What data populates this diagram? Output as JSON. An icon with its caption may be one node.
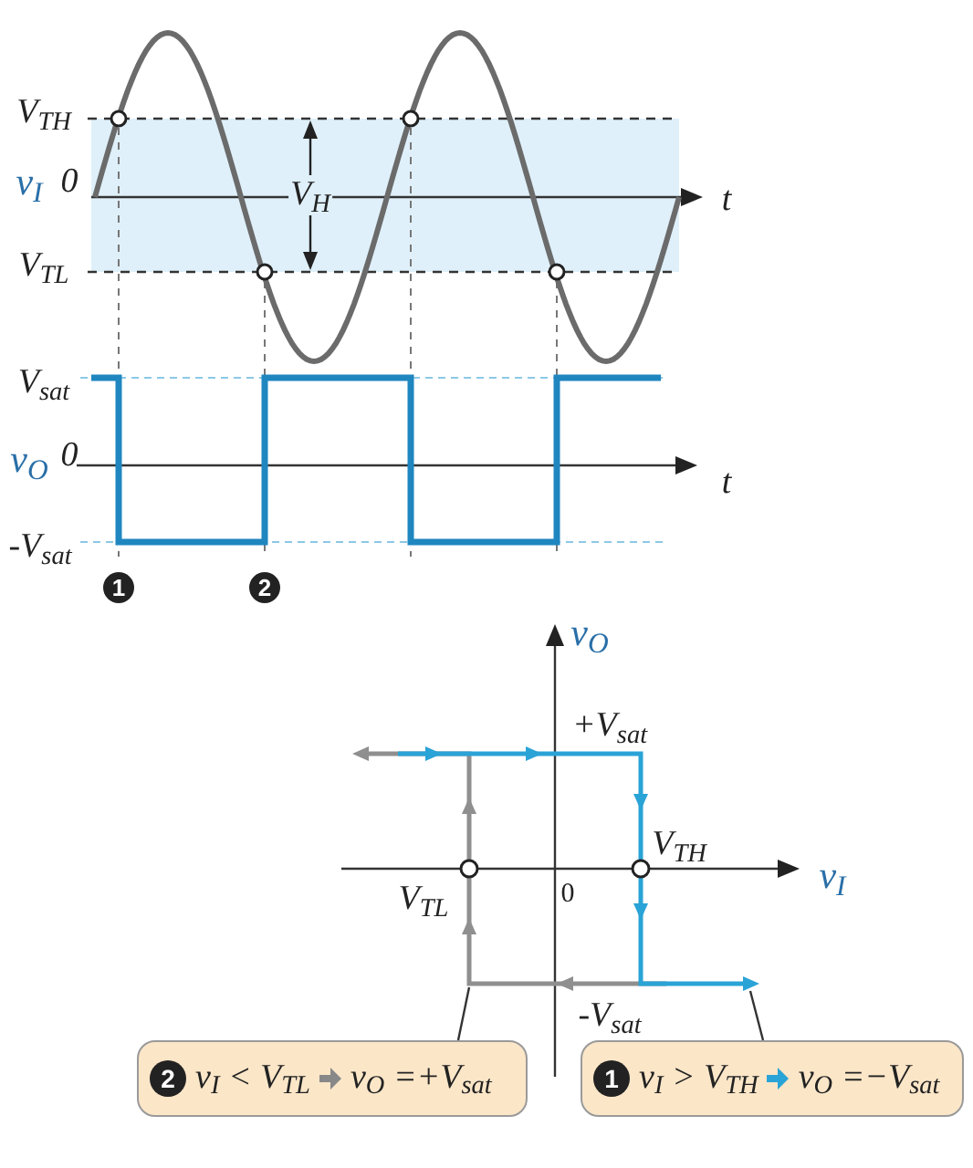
{
  "diagram": {
    "nodes": [
      {
        "text": [
          "2",
          "v$_{I}$ < V$_{TL}$",
          "v$_{O}$ =+V$_{sat}$"
        ]
      },
      {
        "text": [
          "1",
          "v$_{I}$ > V$_{TH}$",
          "v$_{O}$ =−V$_{sat}$"
        ]
      },
      {
        "text": [],
        "shape": "line"
      },
      {
        "text": [],
        "shape": "line"
      }
    ],
    "edges": [
      {
        "from": 0,
        "to": 2,
        "arrow": "none"
      },
      {
        "from": 1,
        "to": 3,
        "arrow": "none"
      }
    ],
    "labels": [
      "V$_{TH}$",
      "v$_{I}$",
      "0",
      "V$_{H}$",
      "V$_{TL}$",
      "t",
      "V$_{sat}$",
      "v$_{O}$",
      "0",
      "t",
      "-V$_{sat}$",
      "1",
      "2",
      "v$_{O}$",
      "+V$_{sat}$",
      "V$_{TH}$",
      "v$_{I}$",
      "V$_{TL}$",
      "0",
      "-V$_{sat}$"
    ]
  }
}
